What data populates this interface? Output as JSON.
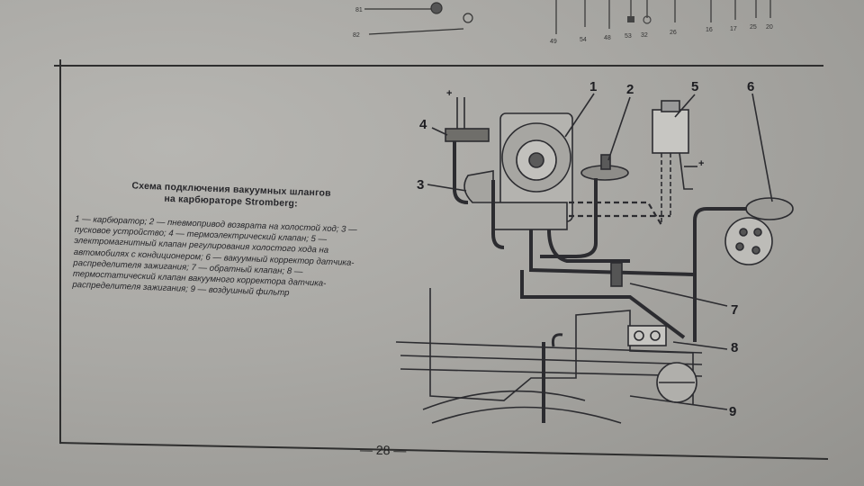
{
  "top_strip": {
    "left_markers": [
      "81",
      "82"
    ],
    "bottom_numbers": [
      "49",
      "54",
      "48",
      "53",
      "32",
      "26",
      "16",
      "17",
      "25",
      "20"
    ]
  },
  "caption": {
    "title_line1": "Схема подключения вакуумных шлангов",
    "title_line2": "на карбюраторе Stromberg:",
    "body": "1 — карбюратор; 2 — пневмопривод возврата на холостой ход; 3 — пусковое устройство; 4 — термоэлектрический клапан; 5 — электромагнитный клапан регулирования холостого хода на автомобилях с кондиционером; 6 — вакуумный корректор датчика-распределителя зажигания; 7 — обратный клапан; 8 — термостатический клапан вакуумного корректора датчика-распределителя зажигания; 9 — воздушный фильтр"
  },
  "diagram_labels": [
    "1",
    "2",
    "3",
    "4",
    "5",
    "6",
    "7",
    "8",
    "9"
  ],
  "terminal_signs": [
    "+",
    "+"
  ],
  "page_number": "— 28 —"
}
